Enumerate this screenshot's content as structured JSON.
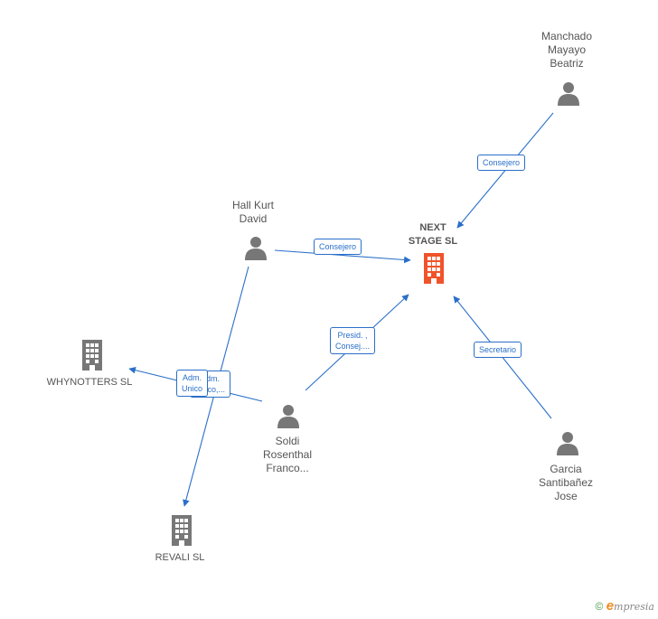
{
  "nodes": {
    "manchado": {
      "name": "Manchado\nMayayo\nBeatriz",
      "type": "person"
    },
    "hall": {
      "name": "Hall Kurt\nDavid",
      "type": "person"
    },
    "next": {
      "name": "NEXT\nSTAGE SL",
      "type": "company-main"
    },
    "whynotters": {
      "name": "WHYNOTTERS SL",
      "type": "company"
    },
    "soldi": {
      "name": "Soldi\nRosenthal\nFranco...",
      "type": "person"
    },
    "garcia": {
      "name": "Garcia\nSantibañez\nJose",
      "type": "person"
    },
    "revali": {
      "name": "REVALI SL",
      "type": "company"
    }
  },
  "edges": {
    "manchado_next": "Consejero",
    "hall_next": "Consejero",
    "soldi_next": "Presid. ,\nConsej....",
    "garcia_next": "Secretario",
    "soldi_whynotters": "Adm.\nUnico,...",
    "hall_revali": "Adm.\nUnico"
  },
  "colors": {
    "edge": "#2a6fc9",
    "icon": "#777777",
    "main_company": "#f0532a"
  },
  "footer": {
    "copyright": "©",
    "brand_e": "e",
    "brand_rest": "mpresia"
  }
}
